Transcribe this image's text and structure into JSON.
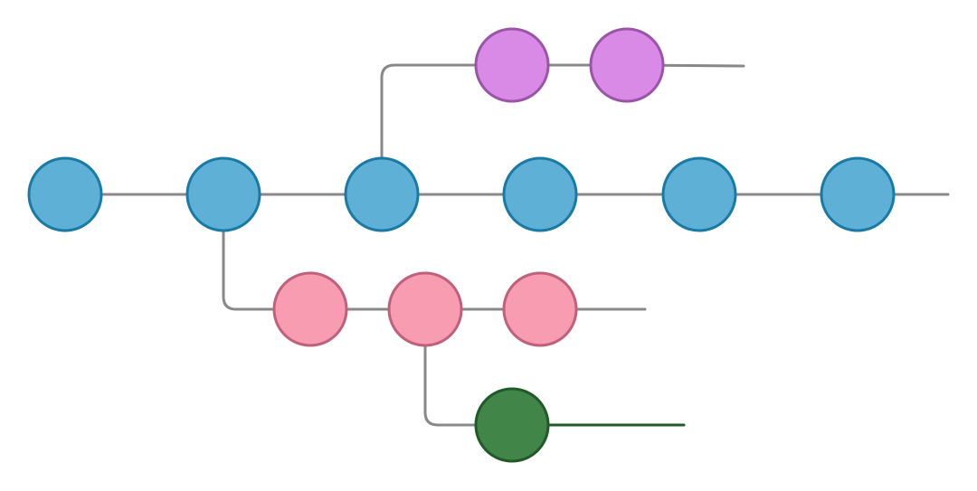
{
  "colors": {
    "background": "#ffffff",
    "connector": "#888888",
    "main_fill": "#5fb0d6",
    "main_stroke": "#1a7aa6",
    "feature_purple_fill": "#d98ae6",
    "feature_purple_stroke": "#9b55a8",
    "feature_pink_fill": "#f89cb2",
    "feature_pink_stroke": "#c0607a",
    "feature_green_fill": "#428549",
    "feature_green_stroke": "#1f5a27"
  },
  "branches": [
    {
      "id": "main",
      "fill_key": "main_fill",
      "stroke_key": "main_stroke",
      "commit_count": 6
    },
    {
      "id": "purple",
      "fill_key": "feature_purple_fill",
      "stroke_key": "feature_purple_stroke",
      "commit_count": 2
    },
    {
      "id": "pink",
      "fill_key": "feature_pink_fill",
      "stroke_key": "feature_pink_stroke",
      "commit_count": 3
    },
    {
      "id": "green",
      "fill_key": "feature_green_fill",
      "stroke_key": "feature_green_stroke",
      "commit_count": 1
    }
  ]
}
